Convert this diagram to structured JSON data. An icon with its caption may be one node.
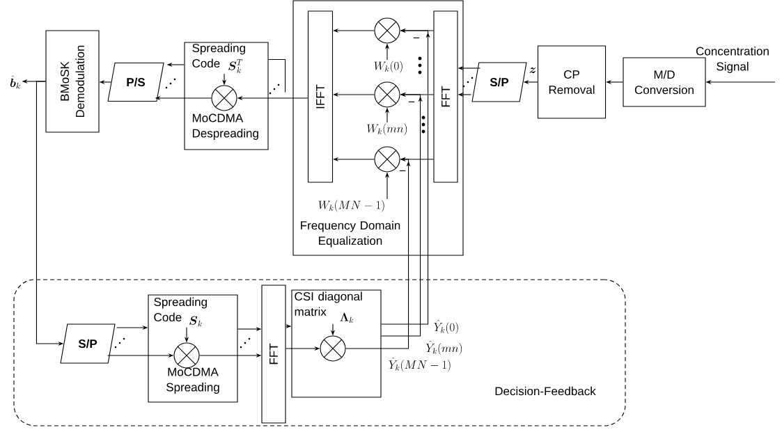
{
  "diagram": {
    "nodes": [
      {
        "text": [
          "\\hat{\\boldsymbol{b}}_k"
        ]
      },
      {
        "text": [
          "BMoSK Demodulation"
        ]
      },
      {
        "text": [
          "P/S"
        ]
      },
      {
        "text": [
          "Spreading Code",
          "MoCDMA Despreading"
        ]
      },
      {
        "text": [
          "\\boldsymbol{S}_k^T"
        ],
        "in": 3
      },
      {
        "text": [],
        "shape": "circle",
        "in": 3
      },
      {
        "text": [
          "Frequency Domain Equalization"
        ]
      },
      {
        "text": [
          "IFFT"
        ],
        "in": 6
      },
      {
        "text": [],
        "shape": "circle",
        "in": 6
      },
      {
        "text": [
          "W_k(0)"
        ],
        "in": 6
      },
      {
        "text": [],
        "shape": "circle",
        "in": 6
      },
      {
        "text": [
          "W_k(mn)"
        ],
        "in": 6
      },
      {
        "text": [],
        "shape": "circle",
        "in": 6
      },
      {
        "text": [
          "W_k(MN-1)"
        ],
        "in": 6
      },
      {
        "text": [
          "FFT"
        ],
        "in": 6
      },
      {
        "text": [
          "S/P"
        ]
      },
      {
        "text": [
          "CP Removal"
        ]
      },
      {
        "text": [
          "M/D Conversion"
        ]
      },
      {
        "text": [
          "Decision-Feedback"
        ]
      },
      {
        "text": [
          "S/P"
        ],
        "in": 18
      },
      {
        "text": [
          "Spreading Code",
          "MoCDMA Spreading"
        ],
        "in": 18
      },
      {
        "text": [
          "\\boldsymbol{S}_k"
        ],
        "in": 20
      },
      {
        "text": [],
        "shape": "circle",
        "in": 20
      },
      {
        "text": [
          "FFT"
        ],
        "in": 18
      },
      {
        "text": [
          "CSI diagonal matrix"
        ],
        "in": 18
      },
      {
        "text": [
          "\\boldsymbol{\\Lambda}_k"
        ],
        "in": 24
      },
      {
        "text": [],
        "shape": "circle",
        "in": 24
      }
    ],
    "edges": [
      {
        "from": null,
        "to": 17,
        "arrow": "to",
        "label": "Concentration Signal"
      },
      {
        "from": 17,
        "to": 16,
        "arrow": "to"
      },
      {
        "from": 16,
        "to": 15,
        "arrow": "to",
        "label": "\\boldsymbol{z}"
      },
      {
        "from": 15,
        "to": 14,
        "arrow": "to"
      },
      {
        "from": 15,
        "to": 14,
        "arrow": "to"
      },
      {
        "from": 14,
        "to": 8,
        "arrow": "to"
      },
      {
        "from": 14,
        "to": 10,
        "arrow": "to"
      },
      {
        "from": 14,
        "to": 12,
        "arrow": "to"
      },
      {
        "from": 8,
        "to": 7,
        "arrow": "to"
      },
      {
        "from": 10,
        "to": 7,
        "arrow": "to"
      },
      {
        "from": 12,
        "to": 7,
        "arrow": "to"
      },
      {
        "from": 7,
        "to": 5,
        "arrow": "to"
      },
      {
        "from": 5,
        "to": 2,
        "arrow": "to"
      },
      {
        "from": 3,
        "to": 2,
        "arrow": "to"
      },
      {
        "from": 2,
        "to": 1,
        "arrow": "to"
      },
      {
        "from": 1,
        "to": 0,
        "arrow": "to"
      },
      {
        "from": 1,
        "to": 19,
        "arrow": "to"
      },
      {
        "from": 19,
        "to": 20,
        "arrow": "to"
      },
      {
        "from": 19,
        "to": 22,
        "arrow": "to"
      },
      {
        "from": 20,
        "to": 23,
        "arrow": "to"
      },
      {
        "from": 22,
        "to": 23,
        "arrow": "to"
      },
      {
        "from": 21,
        "to": 22,
        "arrow": "to"
      },
      {
        "from": 23,
        "to": 24,
        "arrow": "to"
      },
      {
        "from": 23,
        "to": 26,
        "arrow": "to"
      },
      {
        "from": 25,
        "to": 26,
        "arrow": "to"
      },
      {
        "from": 24,
        "to": 8,
        "arrow": "to"
      },
      {
        "from": 24,
        "to": 10,
        "arrow": "to"
      },
      {
        "from": 26,
        "to": 12,
        "arrow": "to"
      },
      {
        "from": 9,
        "to": 8,
        "arrow": "to"
      },
      {
        "from": 11,
        "to": 10,
        "arrow": "to"
      },
      {
        "from": 13,
        "to": 12,
        "arrow": "to"
      },
      {
        "from": 4,
        "to": 5,
        "arrow": "to"
      }
    ],
    "labels": [
      "−",
      "−",
      "−",
      "\\hat{Y}_k(0)",
      "\\hat{Y}_k(mn)",
      "\\hat{Y}_k(MN-1)"
    ]
  }
}
